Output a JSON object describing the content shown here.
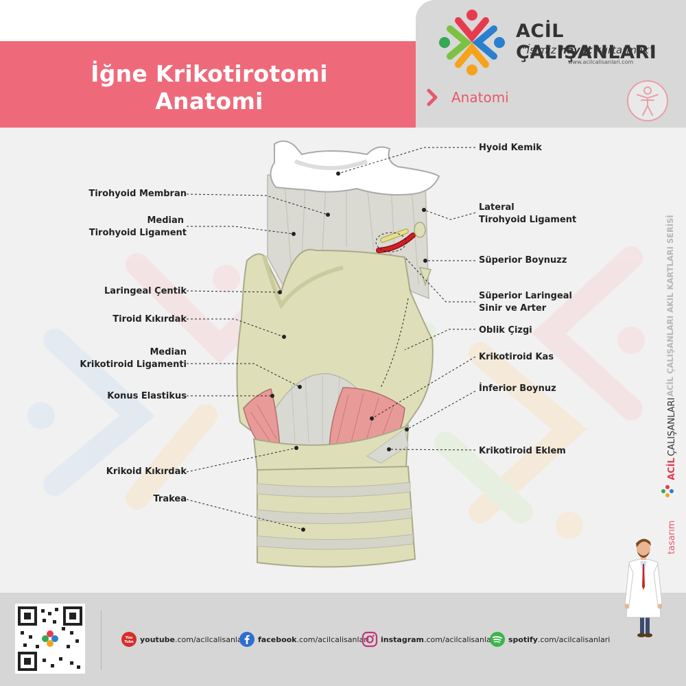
{
  "header": {
    "title_line1": "İğne Krikotirotomi",
    "title_line2": "Anatomi",
    "brand_name": "ACİL ÇALIŞANLARI",
    "brand_slogan_pre": "“İşimiz ",
    "brand_slogan_bold": "hayat",
    "brand_slogan_post": " kurtarmak”",
    "brand_url": "www.acilcalisanlari.com",
    "section": "Anatomi"
  },
  "labels": {
    "hyoid": "Hyoid Kemik",
    "tirohyoid_membran": "Tirohyoid Membran",
    "median_tirohyoid_1": "Median",
    "median_tirohyoid_2": "Tirohyoid Ligament",
    "lateral_tirohyoid_1": "Lateral",
    "lateral_tirohyoid_2": "Tirohyoid Ligament",
    "superior_boynuz": "Süperior Boynuzz",
    "laringeal_centik": "Laringeal Çentik",
    "superior_laringeal_1": "Süperior Laringeal",
    "superior_laringeal_2": "Sinir ve Arter",
    "tiroid_kikirdak": "Tiroid Kıkırdak",
    "oblik_cizgi": "Oblik Çizgi",
    "median_krikotiroid_1": "Median",
    "median_krikotiroid_2": "Krikotiroid Ligamenti",
    "krikotiroid_kas": "Krikotiroid Kas",
    "konus_elastikus": "Konus Elastikus",
    "inferior_boynuz": "İnferior Boynuz",
    "krikotiroid_eklem": "Krikotiroid Eklem",
    "krikoid_kikirdak": "Krikoid Kıkırdak",
    "trakea": "Trakea"
  },
  "side": {
    "series": "ACİL ÇALIŞANLARI AKIL KARTLARI SERİSİ",
    "credit_prefix": "tasarım",
    "credit_brand_a": "ACİL",
    "credit_brand_b": "ÇALIŞANLARI"
  },
  "footer": {
    "youtube_bold": "youtube",
    "youtube_rest": ".com/acilcalisanlari",
    "youtube_badge_1": "You",
    "youtube_badge_2": "Tube",
    "facebook_bold": "facebook",
    "facebook_rest": ".com/acilcalisanlari",
    "instagram_bold": "instagram",
    "instagram_rest": ".com/acilcalisanlari",
    "spotify_bold": "spotify",
    "spotify_rest": ".com/acilcalisanlari"
  },
  "colors": {
    "accent_pink": "#ee6a7b",
    "cartilage": "#dedfb8",
    "muscle": "#e89a98",
    "membrane": "#d9d9d4"
  },
  "icons": [
    "chevron-right-icon",
    "body-anatomy-icon",
    "youtube-icon",
    "facebook-icon",
    "instagram-icon",
    "spotify-icon",
    "qr-code-icon",
    "doctor-illustration"
  ]
}
